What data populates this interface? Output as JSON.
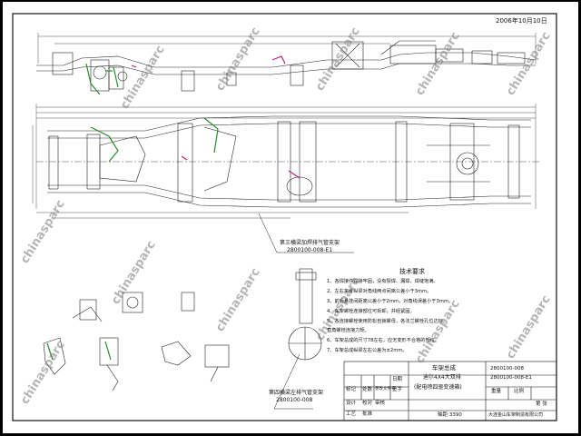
{
  "drawing": {
    "date": "2006年10月10日",
    "watermark": "chinasparc",
    "callout_1": {
      "title": "第三横梁加焊排气管支架",
      "part_no": "2800100-008-E1"
    },
    "callout_2": {
      "title": "第四横梁左排气管支架",
      "part_no": "2800100-008"
    },
    "tech_requirements": {
      "title": "技术要求",
      "items": [
        "1、各焊接件焊接牢固，没有裂焊、漏焊，焊缝饱满。",
        "2、左右车身纵梁对角线两点间离公差小于3mm。",
        "3、前后悬挂间距离公差小于2mm，对角线误差小于3mm。",
        "4、车架螺栓连接部位可拆卸，并经紧固。",
        "5、各连接螺栓使用防松自锁螺母，各法兰螺栓孔位达标。",
        "   直角螺栓连接力矩。",
        "6、车架总成的尺寸78左右，应无变形不合格的部位。",
        "7、车架总成纵梁左右公差为±2mm。"
      ]
    },
    "title_block": {
      "product_name": "车架总成",
      "variant_line1": "迪尔4X4大双排",
      "variant_line2": "(配电喷四驱变速箱)",
      "drawing_no_1": "2800100-008",
      "drawing_no_2": "2800100-008-E1",
      "weight_label": "重量",
      "scale_label": "比例",
      "sheet_label": "第 张",
      "wheelbase": "轴距:3390",
      "company": "大连金山车架制造有限公司",
      "rev_headers": [
        "标记",
        "处数",
        "更改文件号",
        "签字",
        "日期"
      ],
      "role_labels": [
        "设计",
        "校对",
        "审核",
        "工艺",
        "批准"
      ]
    }
  }
}
